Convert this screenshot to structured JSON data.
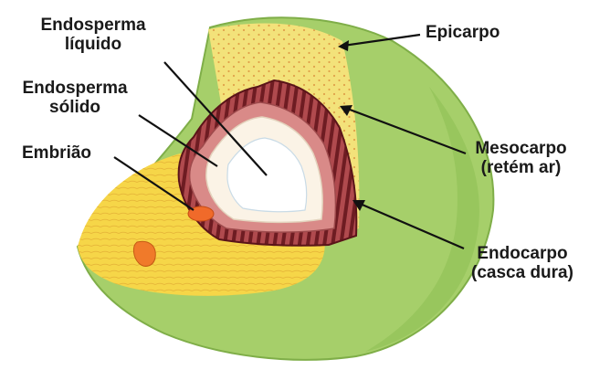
{
  "labels": {
    "endosperma_liquido": {
      "line1": "Endosperma",
      "line2": "líquido"
    },
    "endosperma_solido": {
      "line1": "Endosperma",
      "line2": "sólido"
    },
    "embriao": "Embrião",
    "epicarpo": "Epicarpo",
    "mesocarpo": {
      "line1": "Mesocarpo",
      "line2": "(retém ar)"
    },
    "endocarpo": {
      "line1": "Endocarpo",
      "line2": "(casca dura)"
    }
  },
  "colors": {
    "epicarp_green": "#a6cf6a",
    "mesocarp_yellow": "#f3e27a",
    "endocarp_brown": "#8c2a30",
    "seed_coat_pink": "#d98a88",
    "solid_endosperm": "#fbf3e6",
    "liquid_cavity": "#ffffff",
    "embryo_orange": "#f06a2a",
    "fiber_yellow": "#f6d648"
  }
}
